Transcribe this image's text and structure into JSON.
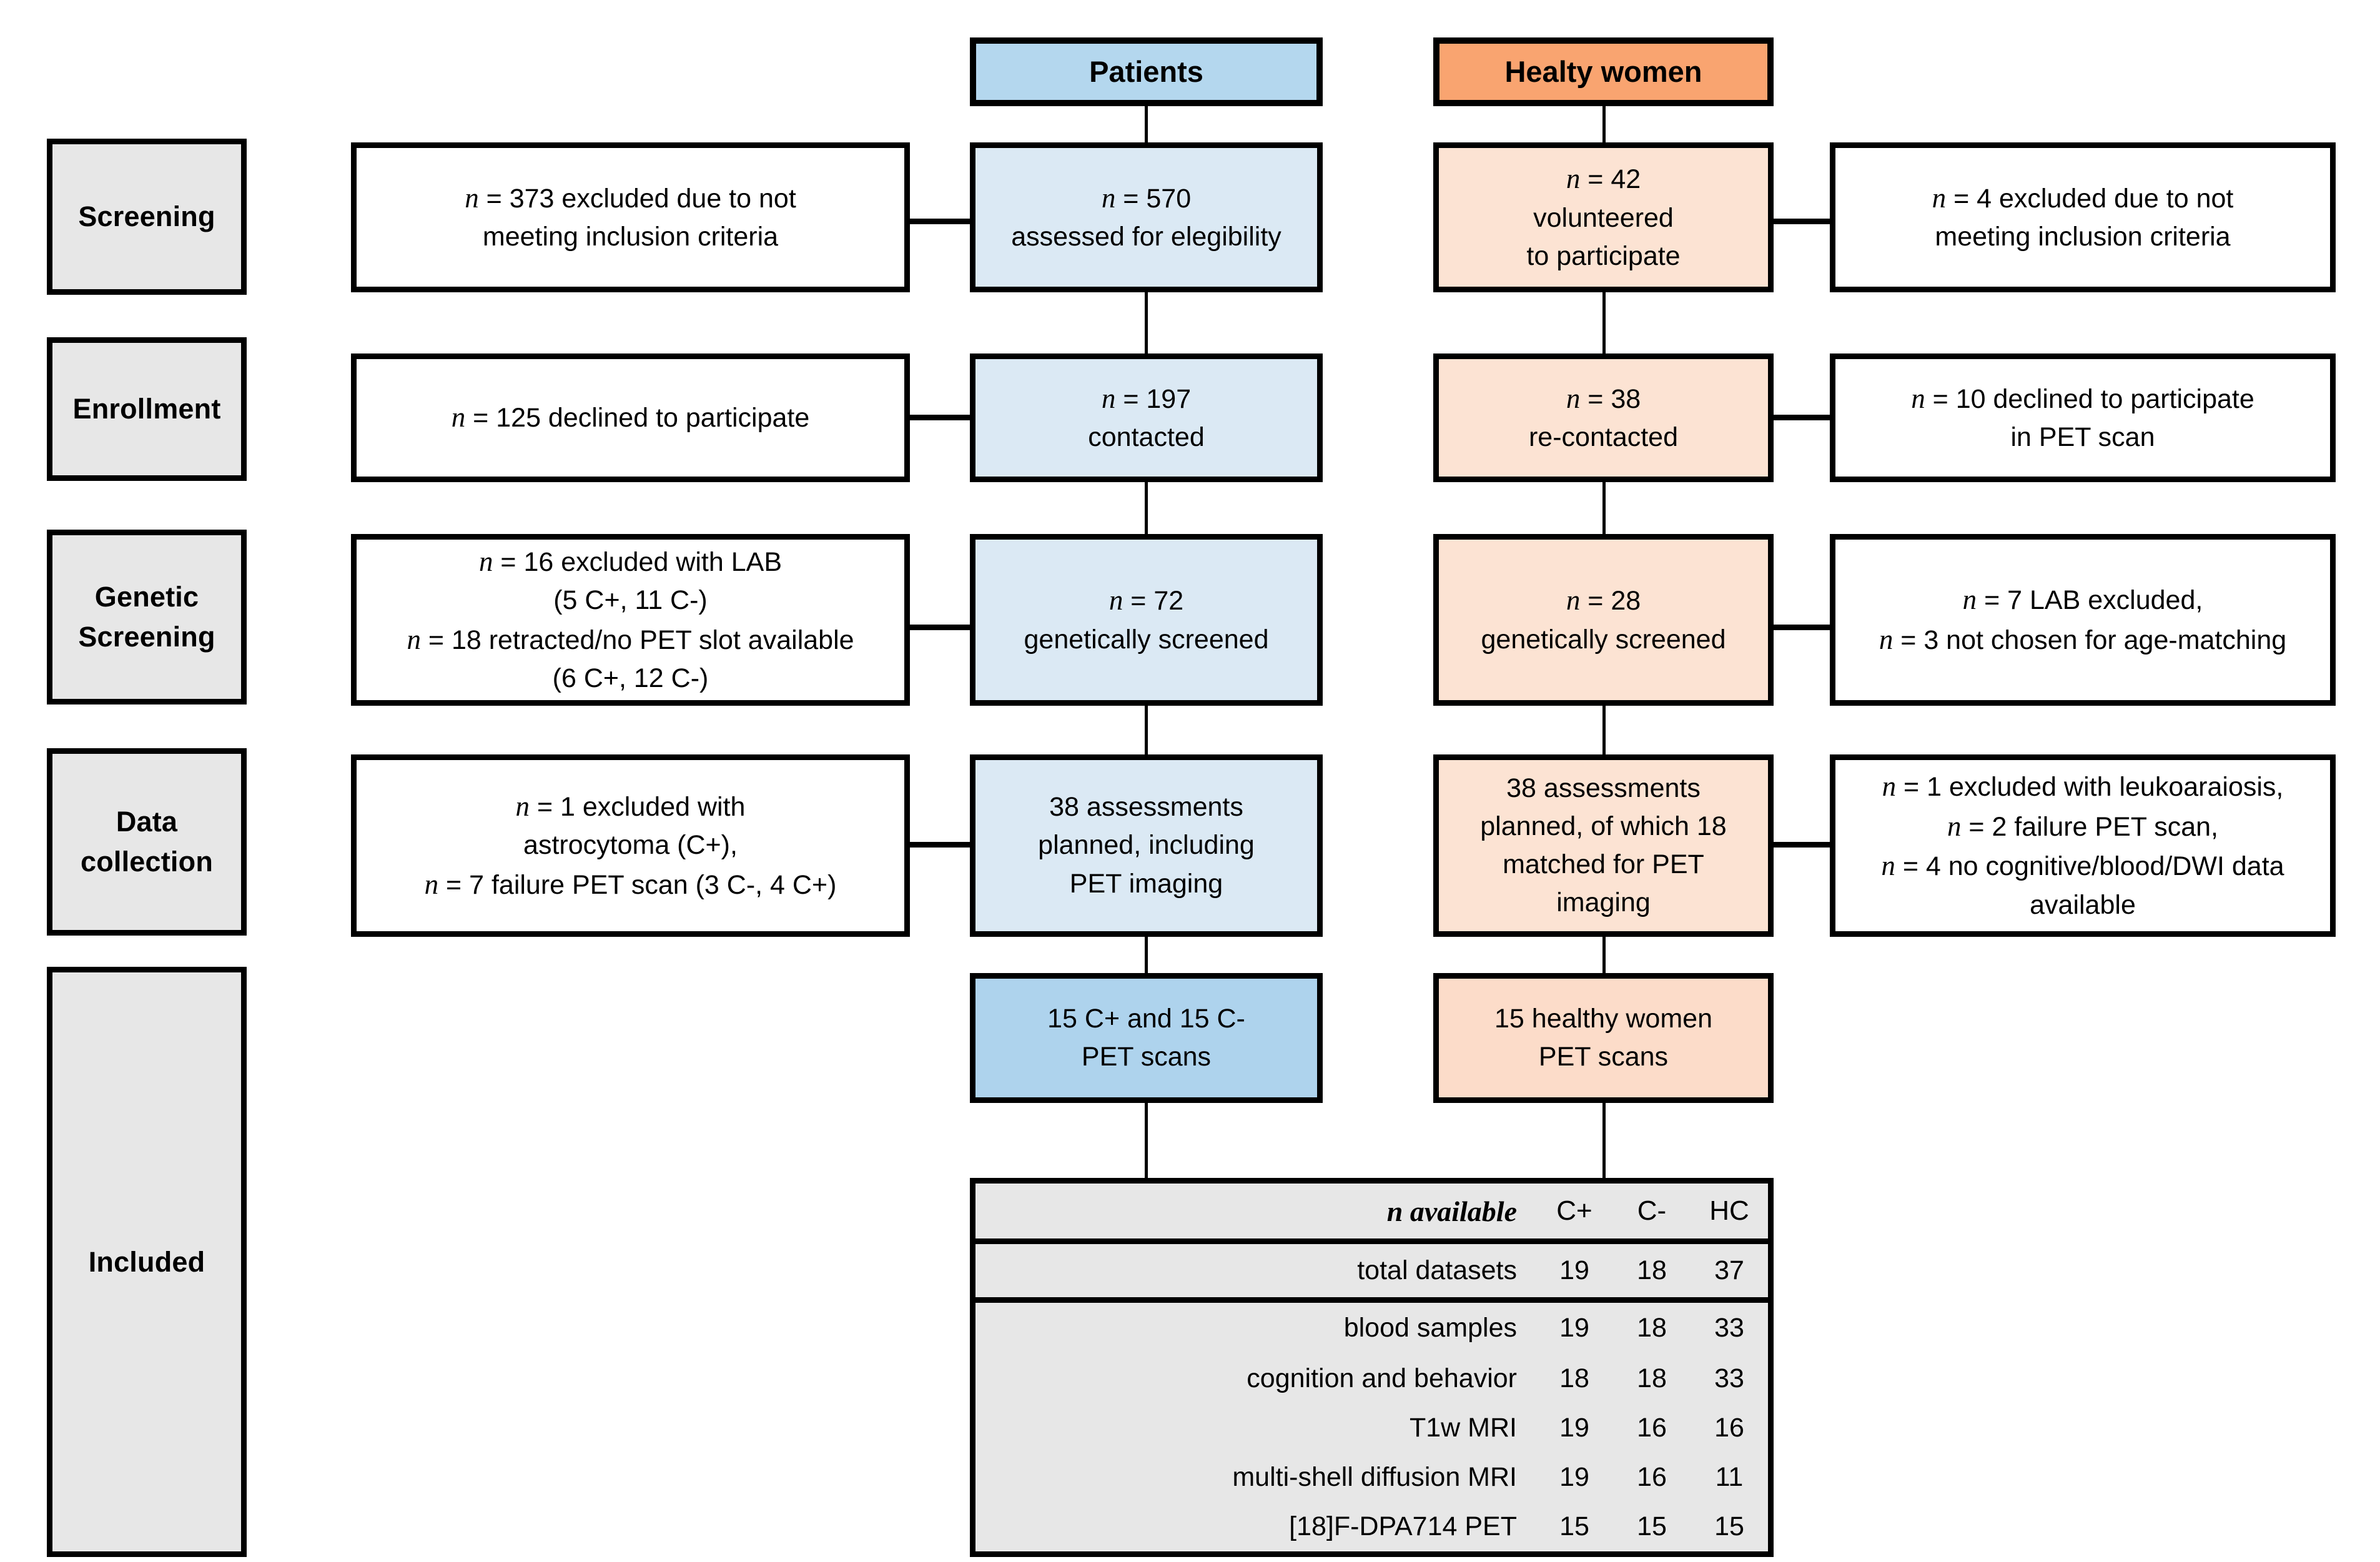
{
  "stages": [
    {
      "name": "screening",
      "label": "Screening"
    },
    {
      "name": "enrollment",
      "label": "Enrollment"
    },
    {
      "name": "genetic-screening",
      "label": "Genetic\nScreening"
    },
    {
      "name": "data-collection",
      "label": "Data\ncollection"
    },
    {
      "name": "included",
      "label": "Included"
    }
  ],
  "columns": {
    "patients_header": "Patients",
    "healthy_header": "Healty women"
  },
  "colors": {
    "patients_header_bg": "#b4d7ee",
    "healthy_header_bg": "#f9a470",
    "patients_box_bg": "#dbe9f4",
    "healthy_box_bg": "#fce3d3",
    "patients_pet_bg": "#aed3ed",
    "healthy_pet_bg": "#fcdcc9",
    "stage_label_bg": "#e7e7e7",
    "table_bg": "#e7e7e7",
    "border": "#000000"
  },
  "patients_flow": [
    {
      "name": "patients-screening",
      "line1": "n = 570",
      "line2": "assessed for elegibility"
    },
    {
      "name": "patients-enrollment",
      "line1": "n = 197",
      "line2": "contacted"
    },
    {
      "name": "patients-genetic",
      "line1": "n = 72",
      "line2": "genetically screened"
    },
    {
      "name": "patients-datacoll",
      "line1": "38 assessments",
      "line2": "planned, including",
      "line3": "PET imaging"
    },
    {
      "name": "patients-pet",
      "line1": "15 C+ and 15 C-",
      "line2": "PET scans"
    }
  ],
  "healthy_flow": [
    {
      "name": "healthy-screening",
      "line1": "n = 42",
      "line2": "volunteered",
      "line3": "to participate"
    },
    {
      "name": "healthy-enrollment",
      "line1": "n = 38",
      "line2": "re-contacted"
    },
    {
      "name": "healthy-genetic",
      "line1": "n = 28",
      "line2": "genetically screened"
    },
    {
      "name": "healthy-datacoll",
      "line1": "38 assessments",
      "line2": "planned, of which 18",
      "line3": "matched for PET",
      "line4": "imaging"
    },
    {
      "name": "healthy-pet",
      "line1": "15 healthy women",
      "line2": "PET scans"
    }
  ],
  "patients_exclusions": [
    {
      "name": "excl-patients-screening",
      "line1": "n = 373 excluded due to not",
      "line2": "meeting inclusion criteria"
    },
    {
      "name": "excl-patients-enrollment",
      "line1": "n = 125 declined to participate"
    },
    {
      "name": "excl-patients-genetic",
      "line1": "n = 16 excluded with LAB",
      "line2": "(5 C+, 11 C-)",
      "line3": "n = 18 retracted/no PET slot available",
      "line4": "(6 C+, 12 C-)"
    },
    {
      "name": "excl-patients-datacoll",
      "line1": "n = 1 excluded with",
      "line2": "astrocytoma (C+),",
      "line3": "n = 7 failure PET scan (3 C-, 4 C+)"
    }
  ],
  "healthy_exclusions": [
    {
      "name": "excl-healthy-screening",
      "line1": "n = 4 excluded due to not",
      "line2": "meeting inclusion criteria"
    },
    {
      "name": "excl-healthy-enrollment",
      "line1": "n = 10 declined to participate",
      "line2": "in PET scan"
    },
    {
      "name": "excl-healthy-genetic",
      "line1": "n = 7 LAB excluded,",
      "line2": "n = 3 not chosen for age-matching"
    },
    {
      "name": "excl-healthy-datacoll",
      "line1": "n = 1 excluded with leukoaraiosis,",
      "line2": "n = 2 failure PET scan,",
      "line3": "n = 4 no cognitive/blood/DWI data",
      "line4": "available"
    }
  ],
  "chart_data": {
    "type": "table",
    "title": "n available",
    "columns": [
      "n available",
      "C+",
      "C-",
      "HC"
    ],
    "rows": [
      {
        "label": "total datasets",
        "C+": 19,
        "C-": 18,
        "HC": 37
      },
      {
        "label": "blood samples",
        "C+": 19,
        "C-": 18,
        "HC": 33
      },
      {
        "label": "cognition and behavior",
        "C+": 18,
        "C-": 18,
        "HC": 33
      },
      {
        "label": "T1w MRI",
        "C+": 19,
        "C-": 16,
        "HC": 16
      },
      {
        "label": "multi-shell diffusion MRI",
        "C+": 19,
        "C-": 16,
        "HC": 11
      },
      {
        "label": "[18]F-DPA714 PET",
        "C+": 15,
        "C-": 15,
        "HC": 15
      }
    ]
  }
}
